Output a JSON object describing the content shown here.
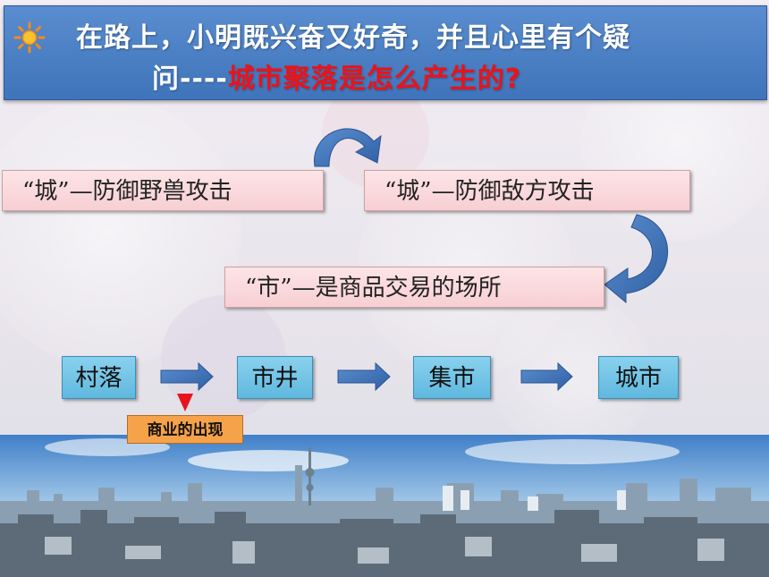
{
  "title": {
    "line1": "在路上，小明既兴奋又好奇，并且心里有个疑",
    "line2_prefix": "问----",
    "line2_highlight": "城市聚落是怎么产生的?"
  },
  "boxes": {
    "city_defense_beasts": "“城”—防御野兽攻击",
    "city_defense_enemy": "“城”—防御敌方攻击",
    "market_trade": "“市”—是商品交易的场所"
  },
  "stages": [
    "村落",
    "市井",
    "集市",
    "城市"
  ],
  "tag_label": "商业的出现",
  "colors": {
    "title_bg": "#4a80c4",
    "highlight_text": "#e8141b",
    "box_bg": "#fbdde0",
    "stage_bg": "#74c5e8",
    "arrow": "#3f72b6",
    "tag_bg": "#f5a24a",
    "marker": "#e8141b"
  }
}
